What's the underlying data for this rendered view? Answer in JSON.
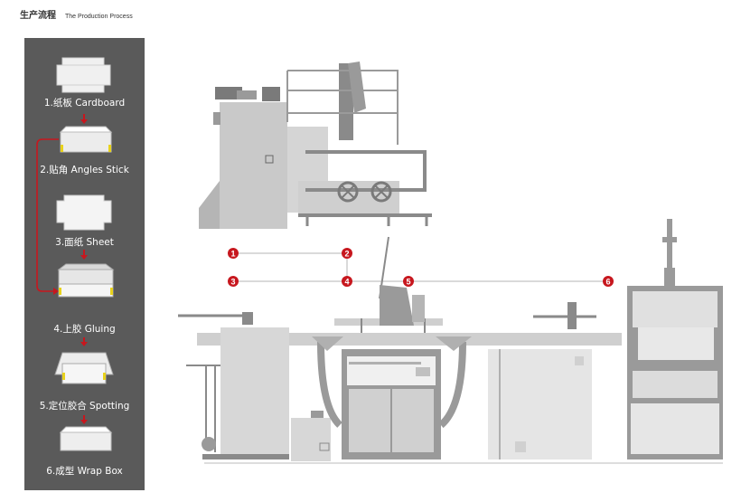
{
  "header": {
    "title_cn": "生产流程",
    "title_en": "The Production Process"
  },
  "steps": [
    {
      "label": "1.纸板 Cardboard"
    },
    {
      "label": "2.贴角 Angles Stick"
    },
    {
      "label": "3.面纸 Sheet"
    },
    {
      "label": "4.上胶 Gluing"
    },
    {
      "label": "5.定位胶合 Spotting"
    },
    {
      "label": "6.成型 Wrap Box"
    }
  ],
  "markers": [
    "1",
    "2",
    "3",
    "4",
    "5",
    "6"
  ],
  "colors": {
    "panel": "#5a5a5a",
    "marker": "#c7171e",
    "machine_dark": "#8a8a8a",
    "machine_light": "#cfcfcf"
  }
}
